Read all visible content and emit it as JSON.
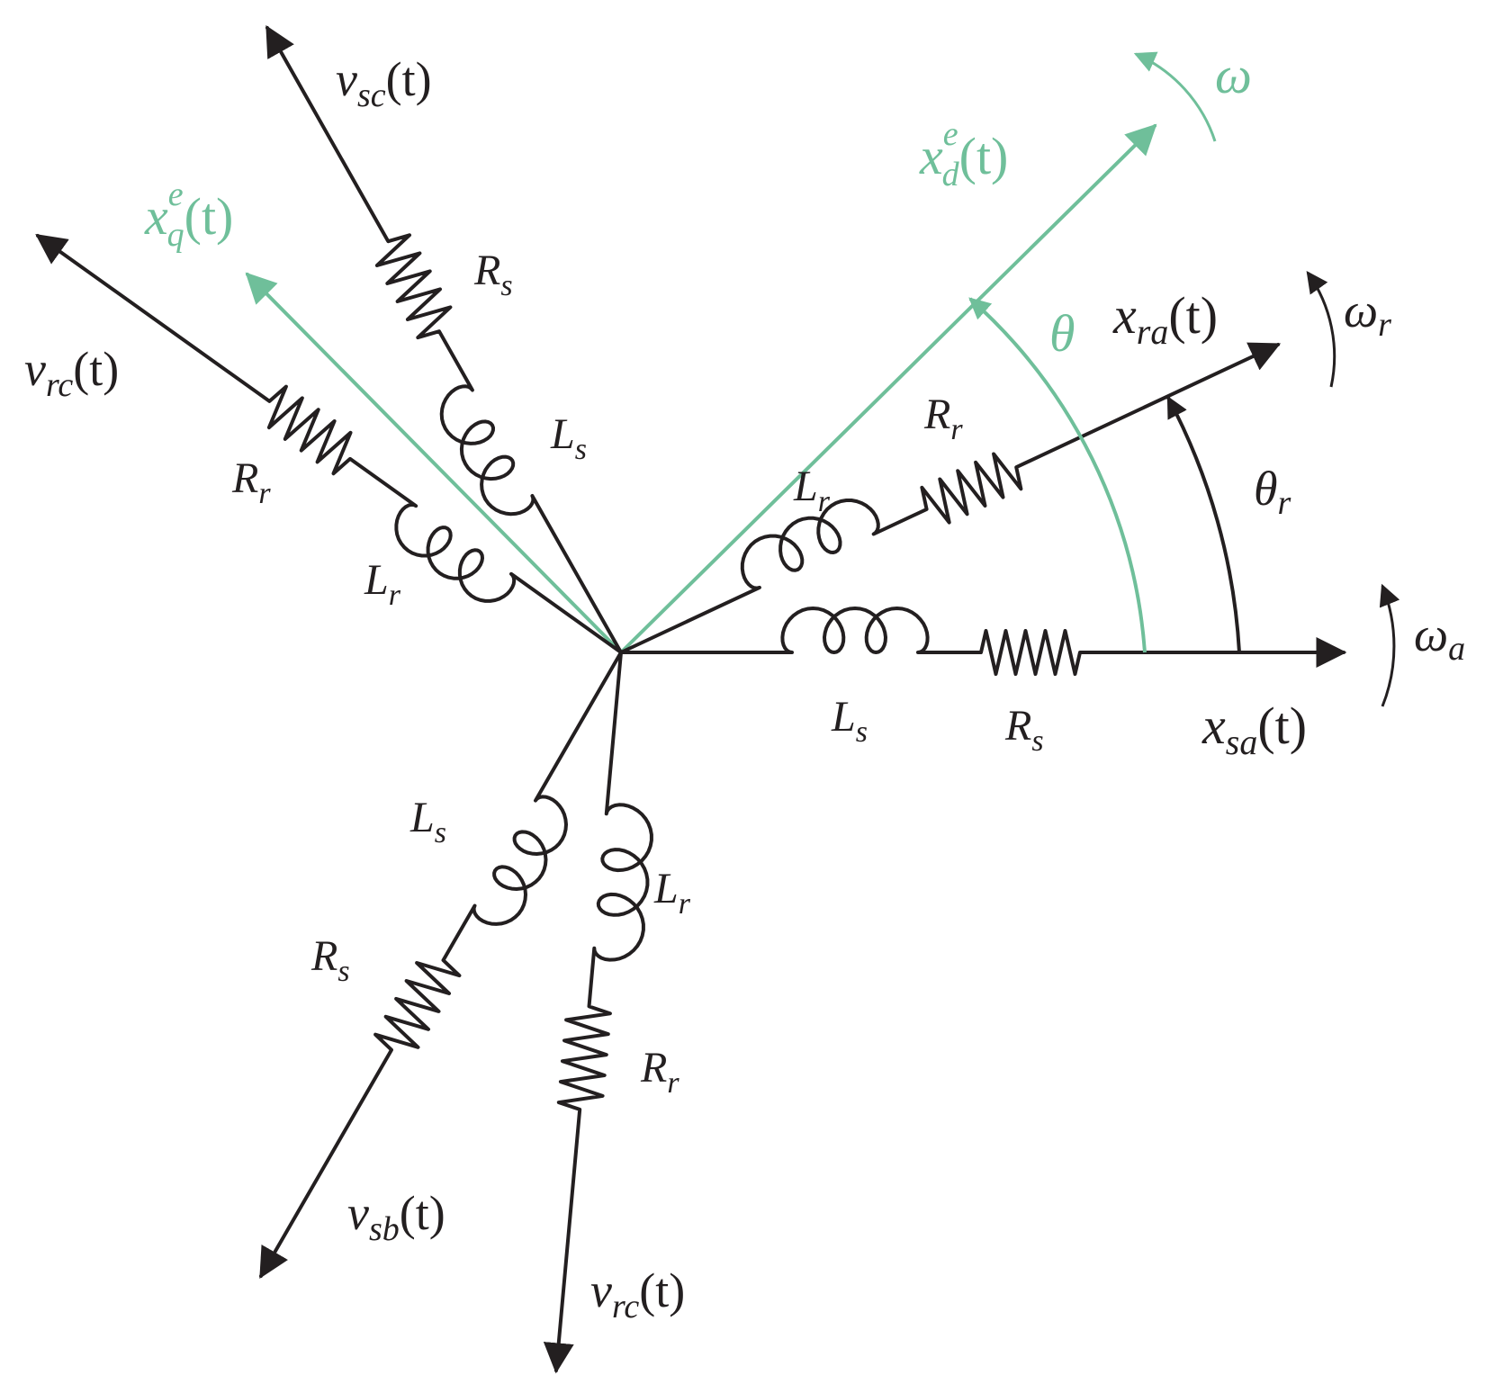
{
  "colors": {
    "ink": "#231f20",
    "frame": "#6fbf9a",
    "background": "#ffffff"
  },
  "labels": {
    "vsc": {
      "main": "v",
      "sub": "sc",
      "arg": "(t)"
    },
    "vrc_left": {
      "main": "v",
      "sub": "rc",
      "arg": "(t)"
    },
    "vsb": {
      "main": "v",
      "sub": "sb",
      "arg": "(t)"
    },
    "vrc_bottom": {
      "main": "v",
      "sub": "rc",
      "arg": "(t)"
    },
    "xsa": {
      "main": "x",
      "sub": "sa",
      "arg": "(t)"
    },
    "xra": {
      "main": "x",
      "sub": "ra",
      "arg": "(t)"
    },
    "xde": {
      "main": "x",
      "sup": "e",
      "sub": "d",
      "arg": "(t)"
    },
    "xqe": {
      "main": "x",
      "sup": "e",
      "sub": "q",
      "arg": "(t)"
    },
    "omega": "ω",
    "omega_r": {
      "main": "ω",
      "sub": "r"
    },
    "omega_a": {
      "main": "ω",
      "sub": "a"
    },
    "theta": "θ",
    "theta_r": {
      "main": "θ",
      "sub": "r"
    },
    "Rs": {
      "main": "R",
      "sub": "s"
    },
    "Rr": {
      "main": "R",
      "sub": "r"
    },
    "Ls": {
      "main": "L",
      "sub": "s"
    },
    "Lr": {
      "main": "L",
      "sub": "r"
    }
  }
}
